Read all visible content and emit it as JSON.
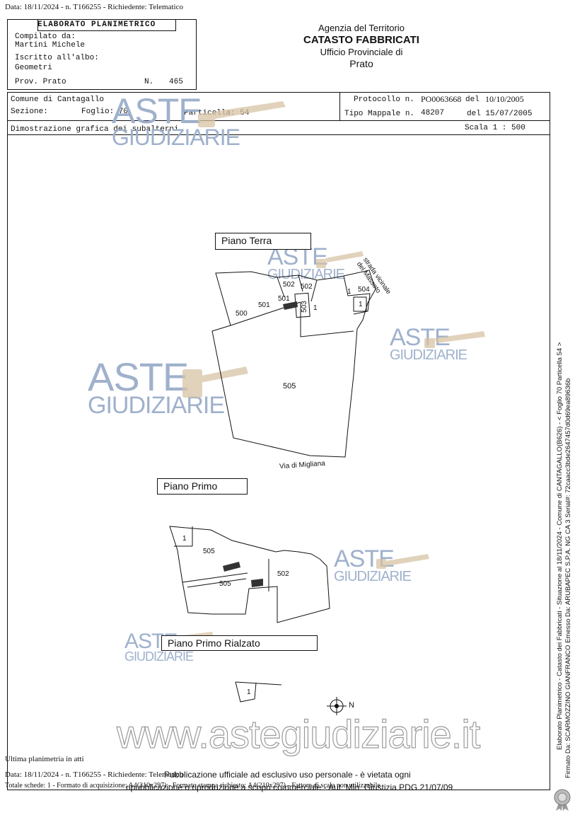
{
  "top_stamp": "Data: 18/11/2024 - n. T166255 - Richiedente: Telematico",
  "header": {
    "doc_type": "ELABORATO PLANIMETRICO",
    "compiled_label": "Compilato da:",
    "compiled_name": "Martini Michele",
    "register_label": "Iscritto all'albo:",
    "register_value": "Geometri",
    "province_label": "Prov. Prato",
    "number_label": "N.",
    "number_value": "465",
    "agency": "Agenzia del Territorio",
    "cadastre": "CATASTO FABBRICATI",
    "office": "Ufficio Provinciale di",
    "office_city": "Prato"
  },
  "info": {
    "comune": "Comune di Cantagallo",
    "sezione_label": "Sezione:",
    "foglio": "Foglio: 70",
    "particella": "Particella: 54",
    "protocollo_label": "Protocollo n.",
    "protocollo_value": "PO0063668",
    "protocollo_del": "del",
    "protocollo_date": "10/10/2005",
    "mappale_label": "Tipo Mappale n.",
    "mappale_value": "48207",
    "mappale_date": "del 15/07/2005",
    "section_title": "Dimostrazione grafica dei subalterni",
    "scale": "Scala 1 : 500"
  },
  "watermark": {
    "line1": "ASTE",
    "line2": "GIUDIZIARIE",
    "site": "www.astegiudiziarie.it"
  },
  "floors": {
    "ground": "Piano Terra",
    "first": "Piano Primo",
    "first_raised": "Piano Primo Rialzato"
  },
  "labels": {
    "road_top": "strada vicinale del Masseto",
    "road_bottom": "Via di Migliana",
    "north": "N",
    "units": [
      "500",
      "501",
      "501",
      "502",
      "502",
      "503",
      "504",
      "505",
      "1",
      "1",
      "1",
      "1",
      "505",
      "505",
      "502",
      "1"
    ]
  },
  "side_text": {
    "line1": "Elaborato Planimetrico - Catasto dei Fabbricati - Situazione al 18/11/2024 - Comune di CANTAGALLO(B626) - < Foglio 70 Particella 54 >",
    "line2": "Firmato Da: SCARMOZZINO GIANFRANCO Emesso Da: ARUBAPEC S.P.A. NG CA 3 Serial#: 72caacc3bde2647457d0d69ea89636b"
  },
  "footer": {
    "last_plan": "Ultima planimetria in atti",
    "date_line": "Data: 18/11/2024 - n. T166255 - Richiedente: Telematico",
    "totals_line": "Totale schede: 1 - Formato di acquisizione: A4(210x297) - Formato stampa richiesto: A4(210x297) - Fattore di scala non utilizzabile",
    "pub1": "Pubblicazione ufficiale ad esclusivo uso personale - è vietata ogni",
    "pub2": "ripubblicazione o riproduzione a scopo commerciale - Aut. Min. Giustizia PDG 21/07/09"
  },
  "colors": {
    "watermark": "#9fb1cc",
    "hammer": "#d8c3a5",
    "ink": "#111111"
  }
}
